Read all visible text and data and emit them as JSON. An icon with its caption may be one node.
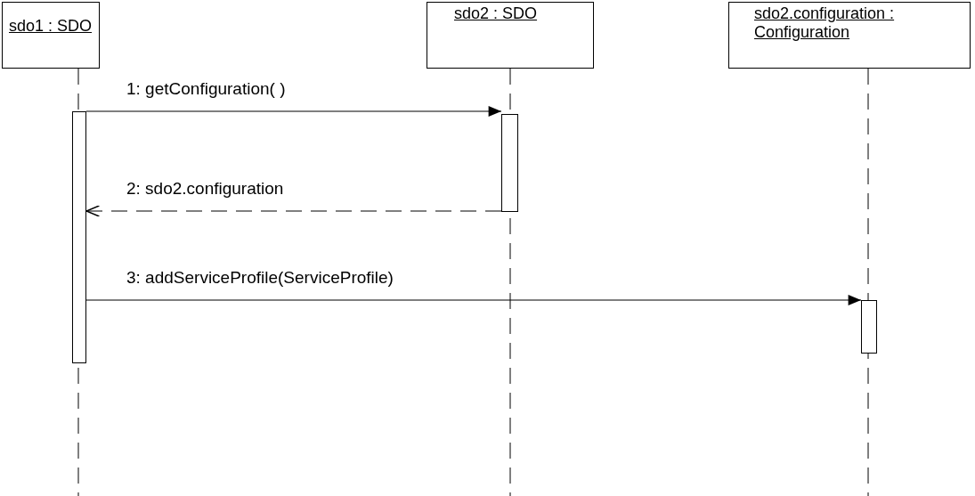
{
  "diagram": {
    "nodes": [
      {
        "text": [
          "sdo1 : SDO"
        ]
      },
      {
        "text": [
          "sdo2 : SDO"
        ]
      },
      {
        "text": [
          "sdo2.configuration : Configuration"
        ]
      },
      {
        "text": [],
        "shape": "bar"
      },
      {
        "text": [],
        "shape": "bar"
      },
      {
        "text": [],
        "shape": "bar"
      }
    ],
    "edges": [
      {
        "from": 3,
        "to": 4,
        "arrow": "to",
        "label": "1: getConfiguration( )"
      },
      {
        "from": 4,
        "to": 3,
        "arrow": "to",
        "label": "2: sdo2.configuration",
        "style": "dashed"
      },
      {
        "from": 3,
        "to": 5,
        "arrow": "to",
        "label": "3: addServiceProfile(ServiceProfile)"
      }
    ]
  }
}
